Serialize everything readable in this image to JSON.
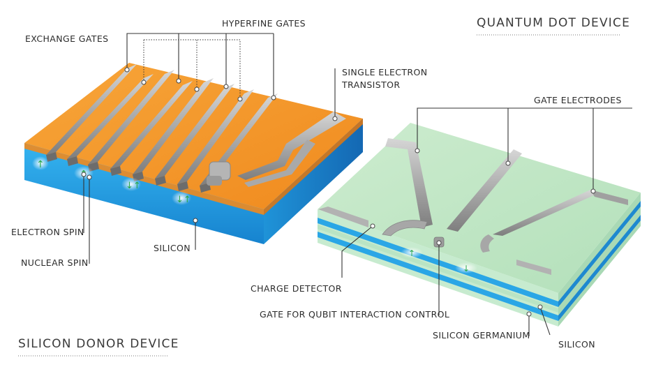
{
  "titles": {
    "quantum_dot_device": "QUANTUM DOT DEVICE",
    "silicon_donor_device": "SILICON DONOR DEVICE"
  },
  "labels": {
    "exchange_gates": "EXCHANGE GATES",
    "hyperfine_gates": "HYPERFINE GATES",
    "single_electron_line1": "SINGLE ELECTRON",
    "single_electron_line2": "TRANSISTOR",
    "electron_spin": "ELECTRON SPIN",
    "nuclear_spin": "NUCLEAR SPIN",
    "silicon_left": "SILICON",
    "gate_electrodes": "GATE ELECTRODES",
    "charge_detector": "CHARGE DETECTOR",
    "gate_for_qubit": "GATE FOR QUBIT INTERACTION CONTROL",
    "silicon_germanium": "SILICON GERMANIUM",
    "silicon_right": "SILICON"
  },
  "colors": {
    "silicon_blue": "#2aa6e6",
    "substrate_orange": "#f59a2c",
    "sige_green": "#bfe6c6",
    "gate_gray": "#9c9c9c",
    "spin_arrow": "#27a84a"
  }
}
